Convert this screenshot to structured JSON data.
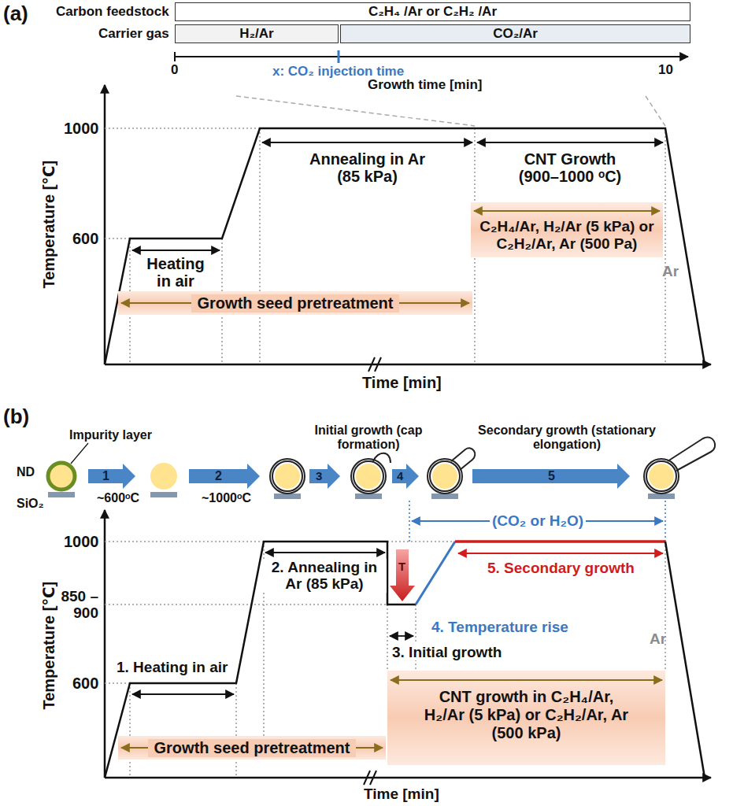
{
  "diagram": {
    "nodes": [
      {
        "text": [
          "C₂H₄ /Ar or C₂H₂ /Ar"
        ]
      },
      {
        "text": [
          "H₂/Ar"
        ]
      },
      {
        "text": [
          "CO₂/Ar"
        ]
      },
      {
        "text": [
          "C₂H₄/Ar, H₂/Ar (5 kPa) or C₂H₂/Ar, Ar (500 Pa)"
        ]
      },
      {
        "text": [
          "Growth seed pretreatment"
        ]
      },
      {
        "text": [
          "CNT growth in C₂H₄/Ar, H₂/Ar (5 kPa) or C₂H₂/Ar, Ar (500 kPa)"
        ]
      },
      {
        "text": [
          "Growth seed pretreatment"
        ]
      }
    ],
    "labels": [
      "(a)",
      "Carbon feedstock",
      "Carrier gas",
      "0",
      "x: CO₂ injection time",
      "10",
      "Growth time [min]",
      "1000",
      "600",
      "Temperature [℃]",
      "Heating in air",
      "Annealing in Ar (85 kPa)",
      "CNT Growth (900–1000 ᵒC)",
      "Ar",
      "Time [min]",
      "(b)",
      "Impurity layer",
      "ND",
      "SiO₂",
      "1",
      "~600ᵒC",
      "2",
      "~1000ᵒC",
      "Initial growth (cap formation)",
      "3",
      "4",
      "Secondary growth (stationary elongation)",
      "5",
      "(CO₂ or H₂O)",
      "1000",
      "850 –900",
      "600",
      "2. Annealing in Ar (85 kPa)",
      "T",
      "5. Secondary growth",
      "4. Temperature rise",
      "1. Heating in air",
      "3. Initial growth",
      "Ar",
      "Temperature [℃]",
      "Time [min]"
    ]
  }
}
